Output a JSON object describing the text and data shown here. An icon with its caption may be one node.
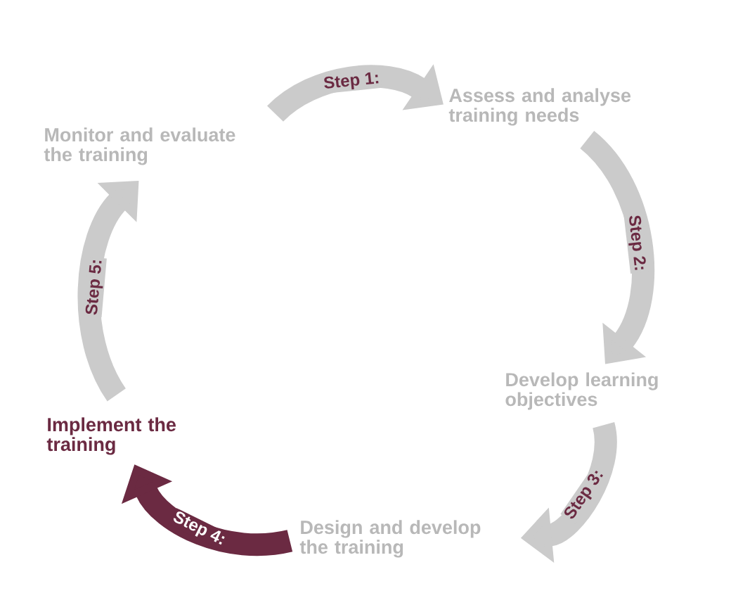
{
  "diagram": {
    "nodes": [
      {
        "text": [
          "Assess and analyse training needs"
        ]
      },
      {
        "text": [
          "Monitor and evaluate the training"
        ]
      },
      {
        "text": [
          "Develop learning objectives"
        ]
      },
      {
        "text": [
          "Implement the training"
        ]
      },
      {
        "text": [
          "Design and develop the training"
        ]
      }
    ],
    "edges": [
      {
        "from": 1,
        "to": 0,
        "arrow": "to",
        "label": "Step 1:"
      },
      {
        "from": 0,
        "to": 2,
        "arrow": "to",
        "label": "Step 2:"
      },
      {
        "from": 2,
        "to": 4,
        "arrow": "to",
        "label": "Step 3:"
      },
      {
        "from": 4,
        "to": 3,
        "arrow": "to",
        "label": "Step 4:",
        "color": "#6b2a42"
      },
      {
        "from": 3,
        "to": 1,
        "arrow": "to",
        "label": "Step 5:"
      }
    ]
  }
}
